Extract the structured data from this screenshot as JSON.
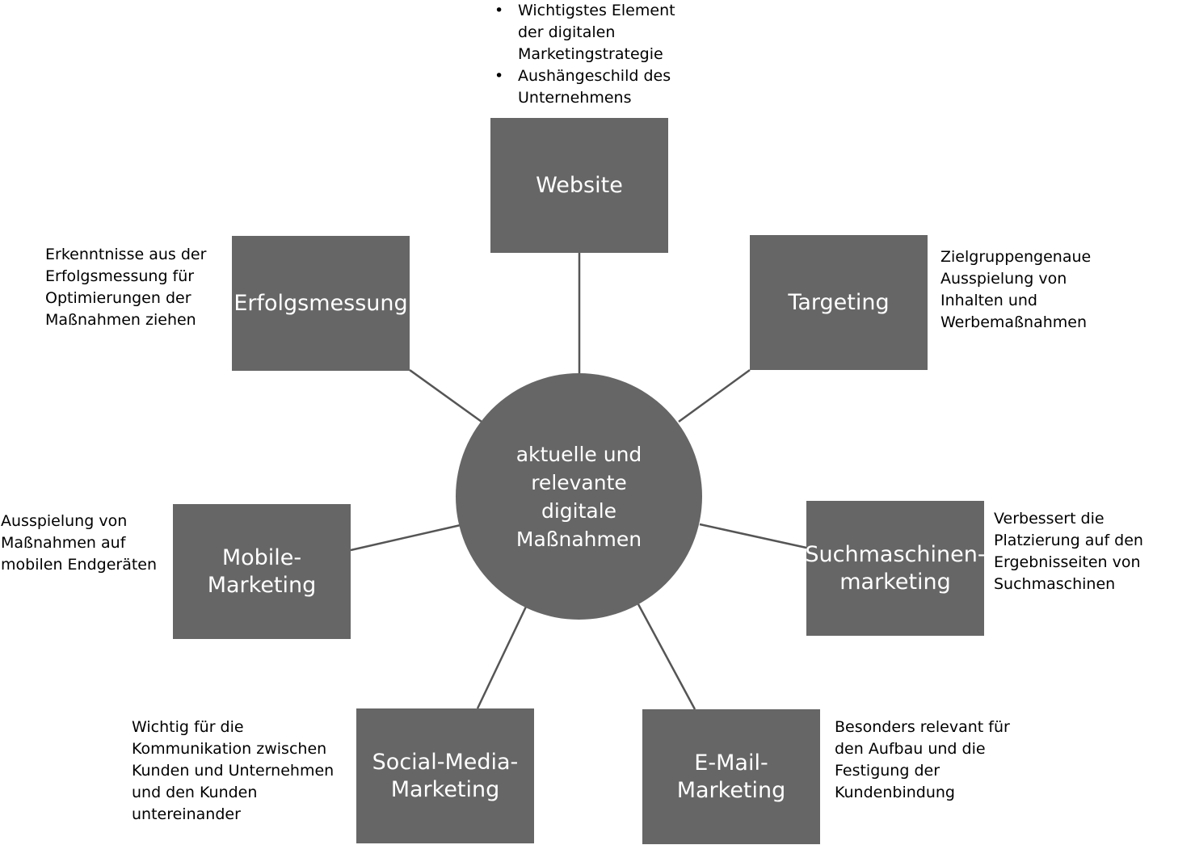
{
  "colors": {
    "node_fill": "#666666",
    "node_text": "#ffffff",
    "connector": "#555555",
    "description_text": "#000000"
  },
  "center": {
    "label": "aktuelle und relevante digitale Maßnahmen"
  },
  "nodes": {
    "website": {
      "label": "Website",
      "bullets": [
        "Wichtigstes Element der digitalen Marketingstrategie",
        "Aushängeschild des Unternehmens"
      ]
    },
    "targeting": {
      "label": "Targeting",
      "description": "Zielgruppengenaue Ausspielung von Inhalten und Werbemaßnahmen"
    },
    "suchmaschinenmarketing": {
      "label": "Suchmaschinen-marketing",
      "description": "Verbessert die Platzierung auf den Ergebnisseiten von Suchmaschinen"
    },
    "email_marketing": {
      "label": "E-Mail-Marketing",
      "description": "Besonders relevant für den Aufbau und die Festigung der Kundenbindung"
    },
    "social_media_marketing": {
      "label": "Social-Media-Marketing",
      "description": "Wichtig für die Kommunikation zwischen Kunden und Unternehmen und den Kunden untereinander"
    },
    "mobile_marketing": {
      "label": "Mobile-Marketing",
      "description": "Ausspielung von Maßnahmen auf mobilen Endgeräten"
    },
    "erfolgsmessung": {
      "label": "Erfolgsmessung",
      "description": "Erkenntnisse aus der Erfolgsmessung für Optimierungen der Maßnahmen ziehen"
    }
  }
}
